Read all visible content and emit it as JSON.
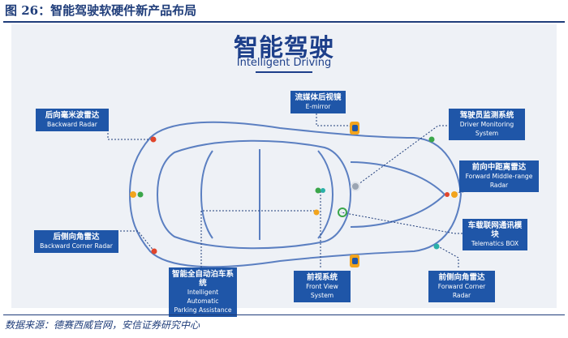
{
  "figure": {
    "title": "图 26：智能驾驶软硬件新产品布局",
    "source": "数据来源：德赛西威官网，安信证券研究中心"
  },
  "heading": {
    "title_cn": "智能驾驶",
    "title_en": "Intelligent Driving"
  },
  "components": {
    "emirror": {
      "cn": "流媒体后视镜",
      "en": "E-mirror"
    },
    "backward_radar": {
      "cn": "后向毫米波雷达",
      "en": "Backward Radar"
    },
    "dms": {
      "cn": "驾驶员监测系统",
      "en": "Driver Monitoring System"
    },
    "forward_radar": {
      "cn": "前向中距离雷达",
      "en": "Forward Middle-range Radar"
    },
    "telematics": {
      "cn": "车载联网通讯模块",
      "en": "Telematics BOX"
    },
    "backward_corner_radar": {
      "cn": "后侧向角雷达",
      "en": "Backward Corner Radar"
    },
    "parking": {
      "cn": "智能全自动泊车系统",
      "en1": "Intelligent Automatic",
      "en2": "Parking Assistance"
    },
    "front_view": {
      "cn": "前视系统",
      "en": "Front View System"
    },
    "forward_corner_radar": {
      "cn": "前侧向角雷达",
      "en": "Forward Corner Radar"
    }
  },
  "colors": {
    "label_bg": "#1f56a8",
    "car_outline": "#5b7fc1",
    "leader_line": "#1f3d7a",
    "sensor_orange": "#f2a41d",
    "sensor_green": "#3aa64a",
    "sensor_teal": "#2ab0a8",
    "sensor_red": "#e0452b"
  }
}
